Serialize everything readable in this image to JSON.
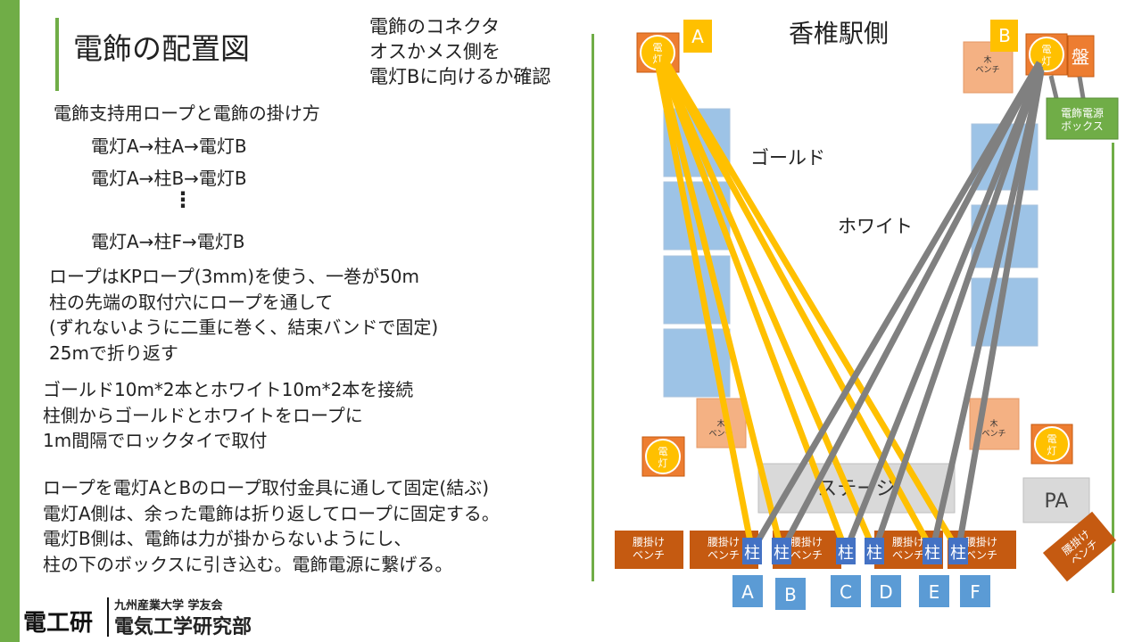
{
  "left": {
    "title": "電飾の配置図",
    "connector_note": [
      "電飾のコネクタ",
      "オスかメス側を",
      "電灯Bに向けるか確認"
    ],
    "hang_heading": "電飾支持用ロープと電飾の掛け方",
    "hang_steps": [
      "電灯A→柱A→電灯B",
      "電灯A→柱B→電灯B",
      "⋮",
      "電灯A→柱F→電灯B"
    ],
    "rope_block": [
      "ロープはKPロープ(3mm)を使う、一巻が50m",
      "柱の先端の取付穴にロープを通して",
      "(ずれないように二重に巻く、結束バンドで固定)",
      "25mで折り返す"
    ],
    "connect_block": [
      "ゴールド10m*2本とホワイト10m*2本を接続",
      "柱側からゴールドとホワイトをロープに",
      "1m間隔でロックタイで取付"
    ],
    "fix_block": [
      "ロープを電灯AとBのロープ取付金具に通して固定(結ぶ)",
      "電灯A側は、余った電飾は折り返してロープに固定する。",
      "電灯B側は、電飾は力が掛からないようにし、",
      "柱の下のボックスに引き込む。電飾電源に繋げる。"
    ],
    "footer": {
      "logo": "電工研",
      "org": "九州産業大学 学友会",
      "club": "電気工学研究部"
    }
  },
  "diagram": {
    "station_label": "香椎駅側",
    "lamp_label": "電灯",
    "label_a": "A",
    "label_b": "B",
    "panel_label": "盤",
    "power_box_label": "電飾電源ボックス",
    "gold_label": "ゴールド",
    "white_label": "ホワイト",
    "wood_bench_label": "木ベンチ",
    "stage_label": "ステージ",
    "pa_label": "PA",
    "seat_bench_label": "腰掛けベンチ",
    "pillar_label": "柱",
    "pillar_letters": [
      "A",
      "B",
      "C",
      "D",
      "E",
      "F"
    ],
    "colors": {
      "gold": "#ffc000",
      "white_wire": "#808080",
      "lamp": "#ffc000",
      "bench": "#c55a11",
      "panel_blue": "#9dc3e6",
      "pillar": "#4472c4",
      "accent_green": "#70ad47"
    }
  }
}
